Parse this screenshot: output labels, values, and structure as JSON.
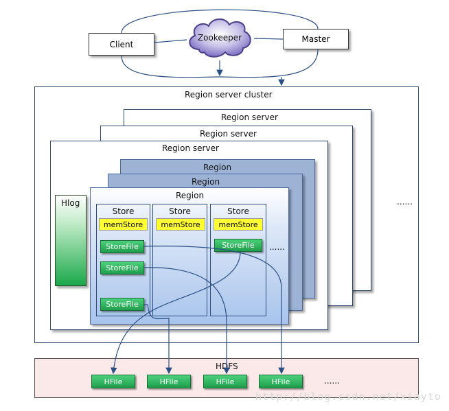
{
  "top": {
    "client_label": "Client",
    "zookeeper_label": "Zookeeper",
    "master_label": "Master"
  },
  "cluster": {
    "title": "Region server cluster",
    "server_labels": [
      "Region server",
      "Region server",
      "Region server"
    ],
    "region_labels": [
      "Region",
      "Region",
      "Region"
    ],
    "hlog_label": "Hlog",
    "more_servers": "......",
    "more_stores": "......",
    "stores": [
      {
        "label": "Store",
        "memstore": "memStore",
        "storefiles": [
          "StoreFile",
          "StoreFile",
          "StoreFile"
        ]
      },
      {
        "label": "Store",
        "memstore": "memStore",
        "storefiles": []
      },
      {
        "label": "Store",
        "memstore": "memStore",
        "storefiles": [
          "StoreFile"
        ]
      }
    ]
  },
  "hdfs": {
    "title": "HDFS",
    "hfiles": [
      "HFile",
      "HFile",
      "HFile",
      "HFile"
    ],
    "more": "......"
  },
  "watermark": "http://blog.csdn.net/xiayto",
  "colors": {
    "frame_border": "#2d4a6e",
    "region_fill": "#9db3d6",
    "memstore_fill": "#ffff33",
    "storefile_fill": "#1f9e4c",
    "hdfs_fill": "#fbe8e8",
    "arrow": "#2a4f86"
  }
}
